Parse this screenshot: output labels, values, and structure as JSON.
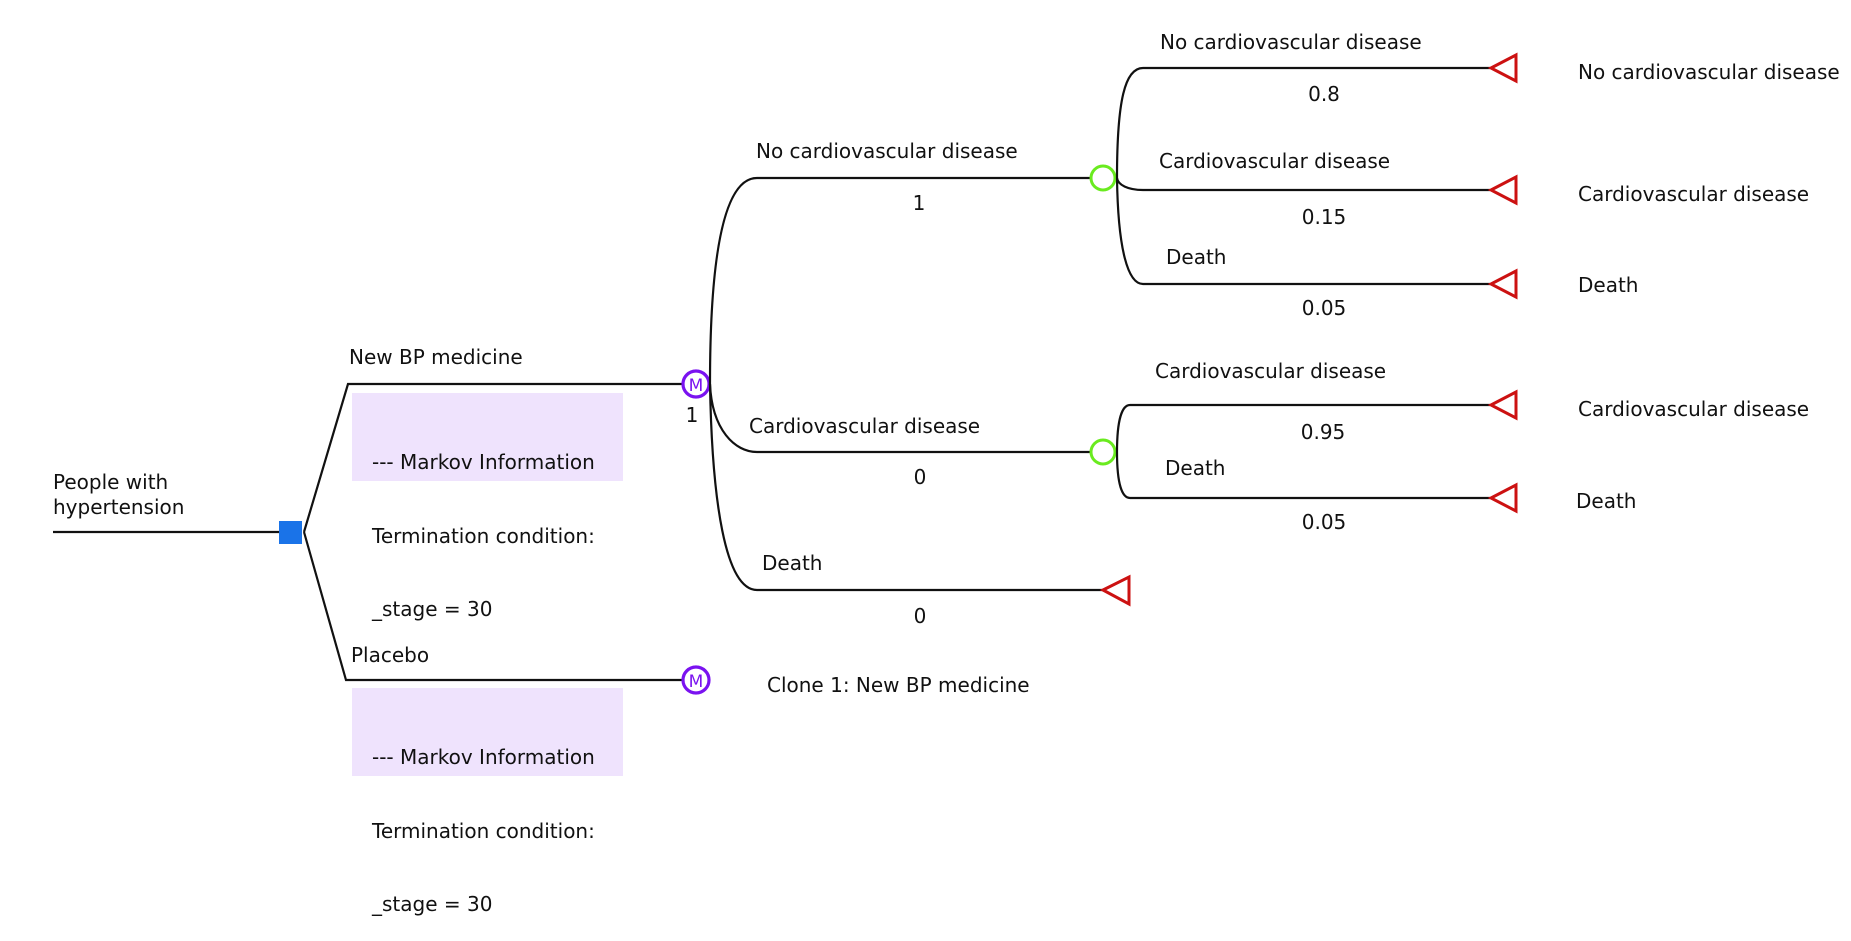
{
  "colors": {
    "decision_node": "#1a73e8",
    "markov_node": "#7a12f0",
    "chance_node": "#6aeb1f",
    "terminal_node": "#cc1111",
    "markov_info_bg": "#efe3fd",
    "edge": "#111111"
  },
  "root": {
    "label_line1": "People with",
    "label_line2": "hypertension",
    "node_type": "decision",
    "icon": "decision-square-icon"
  },
  "strategies": [
    {
      "label": "New BP medicine",
      "node_type": "markov",
      "node_glyph": "M",
      "value_below": "1",
      "markov_info": {
        "line1": "--- Markov Information",
        "line2": "Termination condition:",
        "line3": "_stage = 30"
      }
    },
    {
      "label": "Placebo",
      "node_type": "markov",
      "node_glyph": "M",
      "clone_label": "Clone 1: New BP medicine",
      "markov_info": {
        "line1": "--- Markov Information",
        "line2": "Termination condition:",
        "line3": "_stage = 30"
      }
    }
  ],
  "markov_states": [
    {
      "label": "No cardiovascular disease",
      "initial_prob": "1",
      "node_type": "chance",
      "transitions": [
        {
          "label": "No cardiovascular disease",
          "prob": "0.8",
          "jump_to": "No cardiovascular disease"
        },
        {
          "label": "Cardiovascular disease",
          "prob": "0.15",
          "jump_to": "Cardiovascular disease"
        },
        {
          "label": "Death",
          "prob": "0.05",
          "jump_to": "Death"
        }
      ]
    },
    {
      "label": "Cardiovascular disease",
      "initial_prob": "0",
      "node_type": "chance",
      "transitions": [
        {
          "label": "Cardiovascular disease",
          "prob": "0.95",
          "jump_to": "Cardiovascular disease"
        },
        {
          "label": "Death",
          "prob": "0.05",
          "jump_to": "Death"
        }
      ]
    },
    {
      "label": "Death",
      "initial_prob": "0",
      "node_type": "terminal"
    }
  ]
}
